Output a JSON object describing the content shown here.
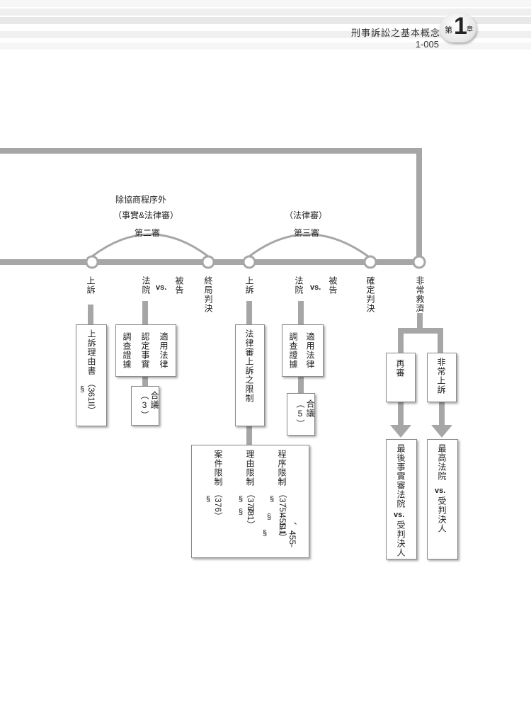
{
  "header": {
    "title": "刑事訴訟之基本概念",
    "page": "1-005",
    "badge_prefix": "第",
    "badge_number": "1",
    "badge_suffix": "章"
  },
  "diagram": {
    "second_trial": {
      "note1": "除協商程序外",
      "note2": "（事實&法律審）",
      "name": "第二審"
    },
    "third_trial": {
      "note": "（法律審）",
      "name": "第三審"
    },
    "nodes": {
      "appeal1": "上訴",
      "court1": "法院",
      "vs1": "vs.",
      "defendant1": "被告",
      "final_judgment": "終局判決",
      "appeal2": "上訴",
      "court2": "法院",
      "vs2": "vs.",
      "defendant2": "被告",
      "confirmed_judgment": "確定判決",
      "extraordinary_remedy": "非常救濟"
    },
    "boxes": {
      "appeal_brief": "上訴理由書",
      "appeal_brief_ref_sym": "§",
      "appeal_brief_ref": "（361II）",
      "second_col1": "調查證據",
      "second_col2": "認定事實",
      "second_col3": "適用法律",
      "second_panel": "合議（3）",
      "third_restrict": "法律審上訴之限制",
      "third_col1": "調查證據",
      "third_col2": "適用法律",
      "third_panel": "合議（5）",
      "case_limit": "案件限制",
      "case_limit_ref_sym": "§",
      "case_limit_ref": "（376）",
      "reason_limit": "理由限制",
      "reason_limit_ref_sym": "§",
      "reason_limit_ref_a": "（377",
      "reason_limit_ref_b": "~",
      "reason_limit_ref_sym2": "§",
      "reason_limit_ref_c": "381）",
      "procedure_limit": "程序限制",
      "procedure_limit_ref_sym": "§",
      "procedure_limit_ref_a": "（375I",
      "procedure_limit_ref_sym2": "§",
      "procedure_limit_ref_b": "、455-1",
      "procedure_limit_ref_sym3": "§",
      "procedure_limit_ref_c": "、455-11I）",
      "retrial": "再審",
      "extraordinary_appeal": "非常上訴",
      "retrial_court": "最後事實審法院",
      "retrial_vs": "vs.",
      "retrial_party": "受判決人",
      "supreme_court": "最高法院",
      "supreme_vs": "vs.",
      "supreme_party": "受判決人"
    }
  }
}
